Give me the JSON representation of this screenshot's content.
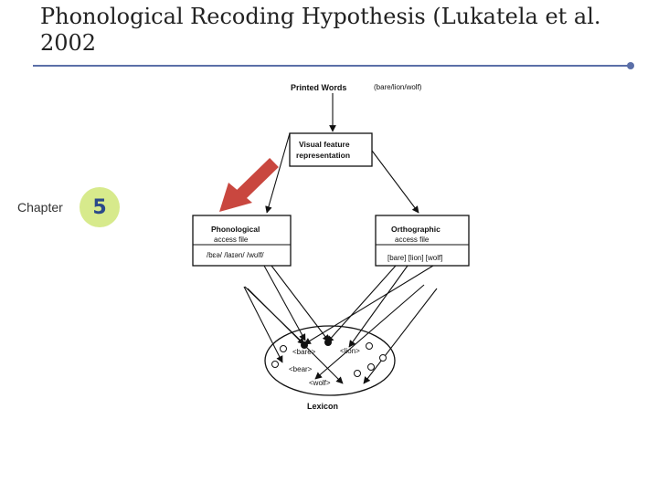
{
  "slide": {
    "title": "Phonological Recoding Hypothesis (Lukatela et al. 2002",
    "chapter_label": "Chapter",
    "chapter_number": "5",
    "accent_color": "#5b6fa8",
    "badge_color": "#d7ea8c",
    "arrow_color": "#c9473f"
  },
  "diagram": {
    "input_label": "Printed   Words",
    "input_examples": "(bare/lion/wolf)",
    "visual_feature": [
      "Visual   feature",
      "representation"
    ],
    "phonological": {
      "lines": [
        "Phonological",
        "access   file"
      ],
      "entries": "/bɛə/  /laɪən/  /wʊlf/"
    },
    "orthographic": {
      "lines": [
        "Orthographic",
        "access   file"
      ],
      "entries": "[bare]  [lion]  [wolf]"
    },
    "lexicon_entries": [
      "<bare>",
      "<bear>",
      "<lion>",
      "<wolf>"
    ],
    "lexicon_label": "Lexicon"
  }
}
